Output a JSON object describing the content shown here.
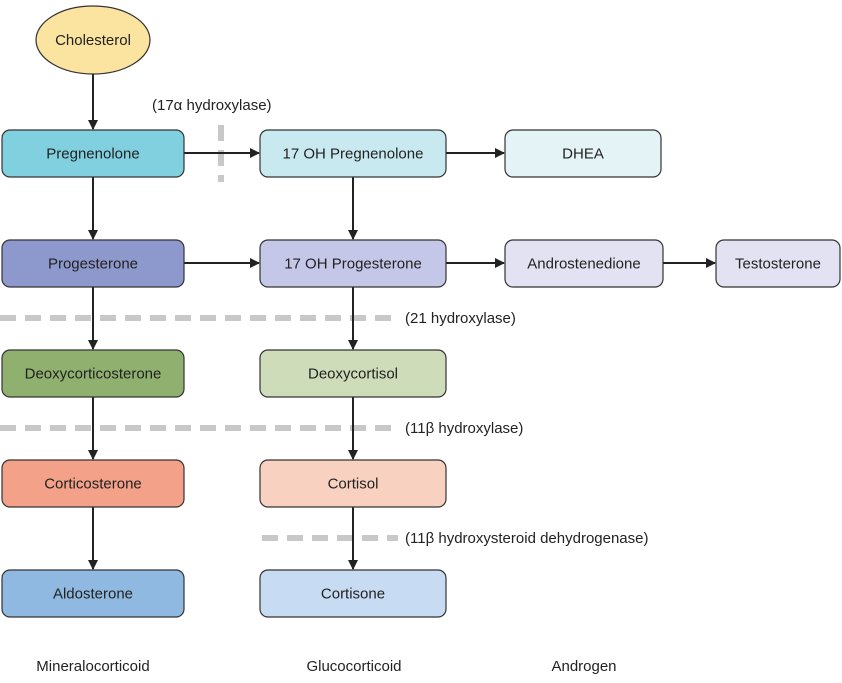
{
  "source": {
    "label": "Cholesterol",
    "color": "#fbe3a0"
  },
  "nodes": [
    {
      "id": "pregnenolone",
      "label": "Pregnenolone",
      "color": "#80d0df"
    },
    {
      "id": "oh17-pregnenolone",
      "label": "17 OH Pregnenolone",
      "color": "#c9e9f0"
    },
    {
      "id": "dhea",
      "label": "DHEA",
      "color": "#e3f3f6"
    },
    {
      "id": "progesterone",
      "label": "Progesterone",
      "color": "#8d98cd"
    },
    {
      "id": "oh17-progesterone",
      "label": "17 OH Progesterone",
      "color": "#c5c7e8"
    },
    {
      "id": "androstenedione",
      "label": "Androstenedione",
      "color": "#e2e2f2"
    },
    {
      "id": "testosterone",
      "label": "Testosterone",
      "color": "#e2e2f2"
    },
    {
      "id": "deoxycorticosterone",
      "label": "Deoxycorticosterone",
      "color": "#90b070"
    },
    {
      "id": "deoxycortisol",
      "label": "Deoxycortisol",
      "color": "#cedcb9"
    },
    {
      "id": "corticosterone",
      "label": "Corticosterone",
      "color": "#f4a189"
    },
    {
      "id": "cortisol",
      "label": "Cortisol",
      "color": "#f9d1c1"
    },
    {
      "id": "aldosterone",
      "label": "Aldosterone",
      "color": "#90b9e1"
    },
    {
      "id": "cortisone",
      "label": "Cortisone",
      "color": "#c7dbf2"
    }
  ],
  "enzymes": [
    {
      "id": "17a-hydroxylase",
      "label": "(17α hydroxylase)"
    },
    {
      "id": "21-hydroxylase",
      "label": "(21 hydroxylase)"
    },
    {
      "id": "11b-hydroxylase",
      "label": "(11β hydroxylase)"
    },
    {
      "id": "11b-hsd",
      "label": "(11β hydroxysteroid dehydrogenase)"
    }
  ],
  "columns": [
    {
      "label": "Mineralocorticoid"
    },
    {
      "label": "Glucocorticoid"
    },
    {
      "label": "Androgen"
    }
  ],
  "style": {
    "arrow_color": "#222222",
    "block_line_color": "#c8c8c8",
    "box_border": "#333333"
  }
}
